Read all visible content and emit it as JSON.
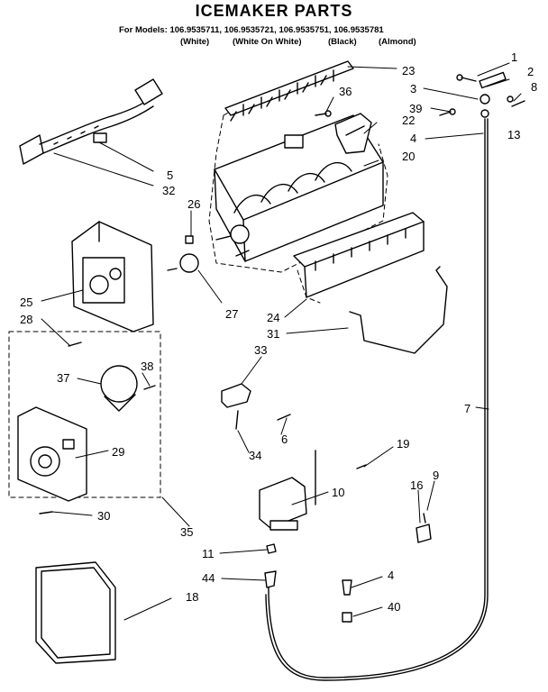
{
  "title": "ICEMAKER PARTS",
  "models_line": "For Models: 106.9535711, 106.9535721, 106.9535751, 106.9535781",
  "colors": [
    "(White)",
    "(White On White)",
    "(Black)",
    "(Almond)"
  ],
  "callouts": [
    "1",
    "2",
    "3",
    "8",
    "39",
    "13",
    "4",
    "36",
    "23",
    "22",
    "20",
    "5",
    "32",
    "26",
    "27",
    "25",
    "28",
    "24",
    "31",
    "33",
    "37",
    "38",
    "29",
    "30",
    "35",
    "6",
    "34",
    "7",
    "19",
    "10",
    "16",
    "9",
    "11",
    "44",
    "18",
    "4",
    "40"
  ]
}
